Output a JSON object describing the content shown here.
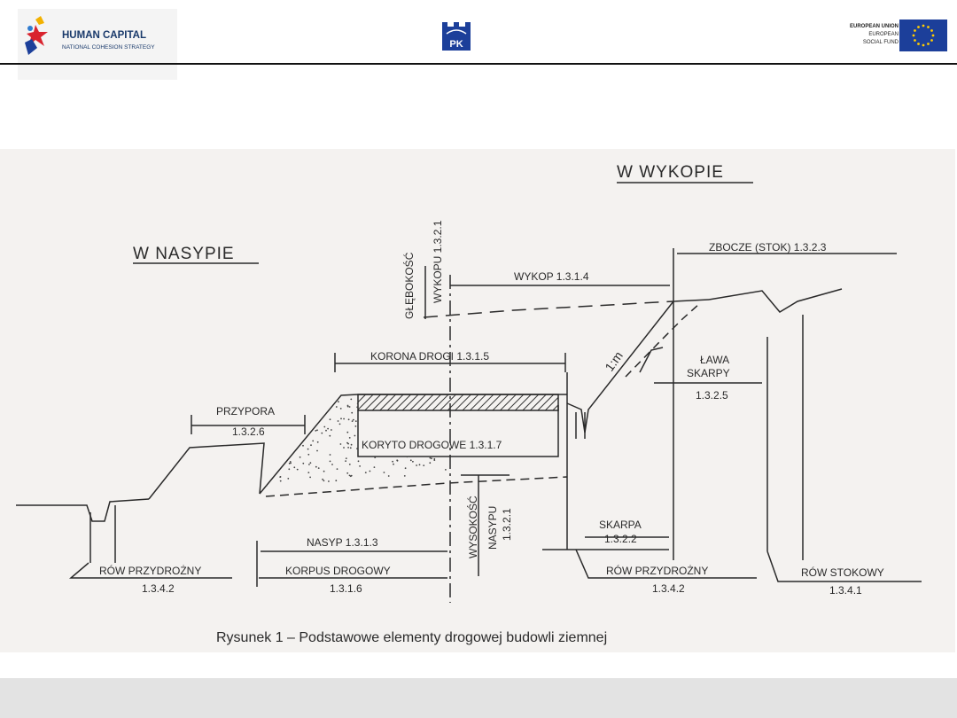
{
  "header": {
    "hc_title": "HUMAN CAPITAL",
    "hc_subtitle": "NATIONAL COHESION STRATEGY",
    "pk_text": "PK",
    "eu_line1": "EUROPEAN UNION",
    "eu_line2": "EUROPEAN",
    "eu_line3": "SOCIAL FUND"
  },
  "diagram": {
    "w_nasypie": "W NASYPIE",
    "w_wykopie": "W WYKOPIE",
    "glebokosc": "GŁĘBOKOŚĆ",
    "wykopu": "WYKOPU 1.3.2.1",
    "zbocze": "ZBOCZE (STOK) 1.3.2.3",
    "wykop": "WYKOP 1.3.1.4",
    "korona": "KORONA DROGI 1.3.1.5",
    "slope": "1:m",
    "lawa": "ŁAWA",
    "skarpy": "SKARPY",
    "lawa_num": "1.3.2.5",
    "przypora": "PRZYPORA",
    "przypora_num": "1.3.2.6",
    "koryto": "KORYTO DROGOWE 1.3.1.7",
    "wysokosc": "WYSOKOŚĆ",
    "nasypu": "NASYPU",
    "nasypu_num": "1.3.2.1",
    "skarpa": "SKARPA",
    "skarpa_num": "1.3.2.2",
    "nasyp": "NASYP 1.3.1.3",
    "row_left": "RÓW PRZYDROŻNY",
    "row_left_num": "1.3.4.2",
    "korpus": "KORPUS DROGOWY",
    "korpus_num": "1.3.1.6",
    "row_mid": "RÓW PRZYDROŻNY",
    "row_mid_num": "1.3.4.2",
    "row_stok": "RÓW STOKOWY",
    "row_stok_num": "1.3.4.1",
    "caption": "Rysunek 1 – Podstawowe elementy drogowej budowli ziemnej"
  }
}
